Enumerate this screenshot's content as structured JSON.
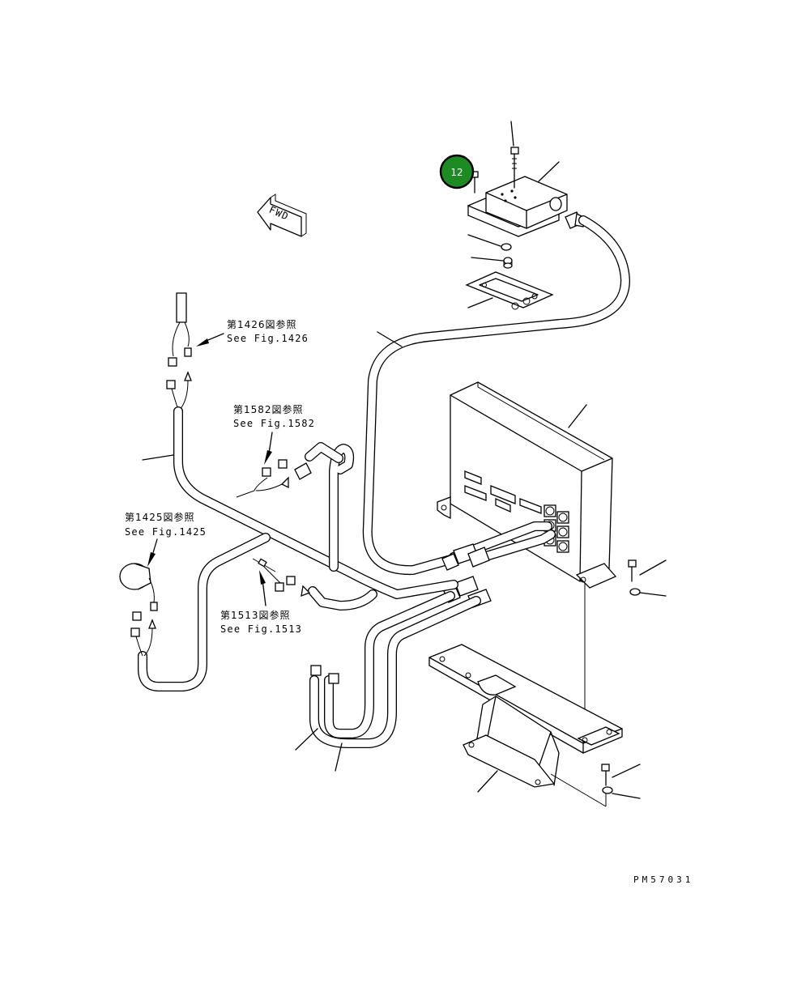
{
  "drawing_code": "PM57031",
  "fwd_label": "FWD",
  "callout": {
    "number": "12",
    "color": "#1d8a24"
  },
  "references": [
    {
      "jp": "第1426図参照",
      "en": "See Fig.1426"
    },
    {
      "jp": "第1582図参照",
      "en": "See Fig.1582"
    },
    {
      "jp": "第1425図参照",
      "en": "See Fig.1425"
    },
    {
      "jp": "第1513図参照",
      "en": "See Fig.1513"
    }
  ]
}
